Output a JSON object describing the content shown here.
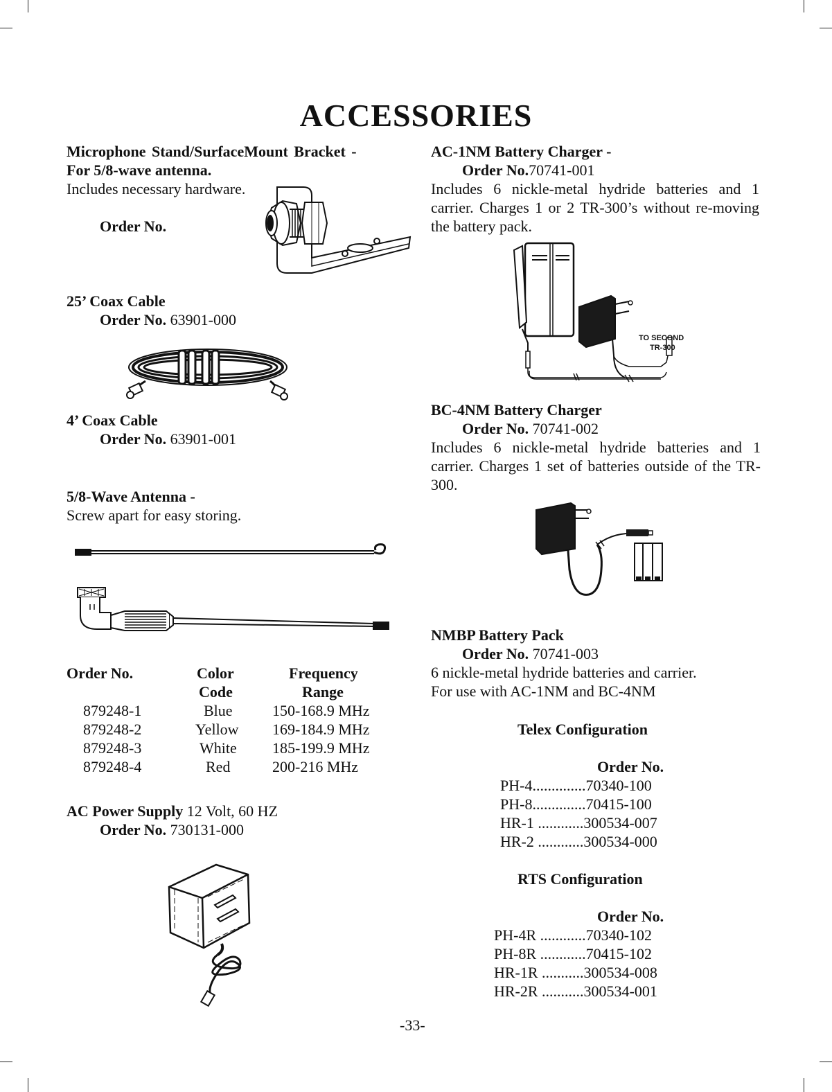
{
  "page": {
    "title": "ACCESSORIES",
    "page_number": "-33-"
  },
  "left": {
    "mic_stand": {
      "title_line1": "Microphone Stand/SurfaceMount Bracket -",
      "title_line2": "For 5/8-wave antenna.",
      "desc": "Includes necessary hardware.",
      "order_label": "Order No."
    },
    "coax25": {
      "title": "25’ Coax Cable",
      "order_label": "Order No.",
      "order_no": "63901-000"
    },
    "coax4": {
      "title": "4’ Coax Cable",
      "order_label": "Order No.",
      "order_no": "63901-001"
    },
    "antenna": {
      "title": "5/8-Wave Antenna -",
      "desc": "Screw apart for easy storing."
    },
    "antenna_table": {
      "headers": [
        "Order No.",
        "Color",
        "Code",
        "Frequency",
        "Range"
      ],
      "rows": [
        {
          "order": "879248-1",
          "color": "Blue",
          "range": "150-168.9 MHz"
        },
        {
          "order": "879248-2",
          "color": "Yellow",
          "range": "169-184.9 MHz"
        },
        {
          "order": "879248-3",
          "color": "White",
          "range": "185-199.9 MHz"
        },
        {
          "order": "879248-4",
          "color": "Red",
          "range": "200-216 MHz"
        }
      ]
    },
    "power_supply": {
      "title": "AC Power Supply",
      "spec": "12 Volt, 60 HZ",
      "order_label": "Order No.",
      "order_no": "730131-000"
    }
  },
  "right": {
    "ac1nm": {
      "title": "AC-1NM Battery Charger -",
      "order_label": "Order No.",
      "order_no": "70741-001",
      "desc": "Includes 6 nickle-metal hydride batteries and 1 carrier. Charges 1 or 2 TR-300’s without re-moving the battery pack.",
      "figure_label_1": "TO SECOND",
      "figure_label_2": "TR-300"
    },
    "bc4nm": {
      "title": "BC-4NM Battery Charger",
      "order_label": "Order No.",
      "order_no": "70741-002",
      "desc": "Includes 6 nickle-metal hydride batteries and 1 carrier. Charges 1 set of batteries outside of the TR-300."
    },
    "nmbp": {
      "title": "NMBP Battery Pack",
      "order_label": "Order No.",
      "order_no": "70741-003",
      "desc_line1": "6 nickle-metal hydride batteries and carrier.",
      "desc_line2": "For use with AC-1NM and BC-4NM"
    },
    "telex": {
      "title": "Telex Configuration",
      "order_header": "Order No.",
      "items": [
        "PH-4..............70340-100",
        "PH-8..............70415-100",
        "HR-1 ............300534-007",
        "HR-2 ............300534-000"
      ]
    },
    "rts": {
      "title": "RTS Configuration",
      "order_header": "Order No.",
      "items": [
        "PH-4R ............70340-102",
        "PH-8R ............70415-102",
        "HR-1R ...........300534-008",
        "HR-2R ...........300534-001"
      ]
    }
  }
}
